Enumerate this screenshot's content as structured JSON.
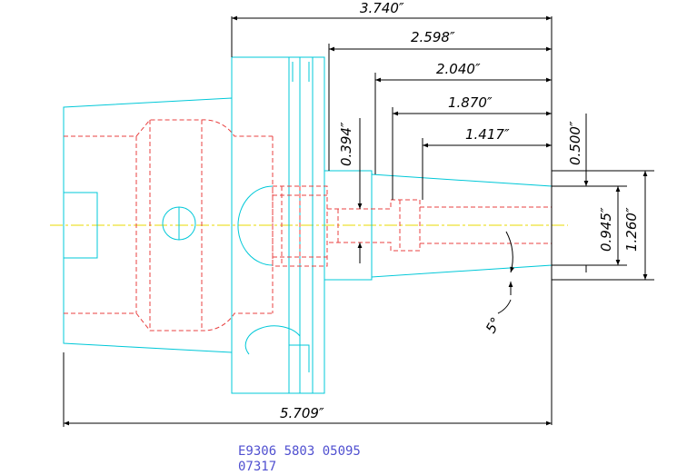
{
  "dimensions": {
    "top_overall": "3.740″",
    "d_2598": "2.598″",
    "d_2040": "2.040″",
    "d_1870": "1.870″",
    "d_1417": "1.417″",
    "d_0394": "0.394″",
    "d_0500": "0.500″",
    "d_0945": "0.945″",
    "d_1260": "1.260″",
    "angle": "5°",
    "overall_length": "5.709″"
  },
  "part_code": {
    "line1": "E9306 5803 05095",
    "line2": "07317"
  },
  "colors": {
    "outline": "#00c8d8",
    "hidden": "#e84040",
    "dimension": "#000000",
    "centerline": "#e8d800",
    "code_text": "#5050d0"
  }
}
